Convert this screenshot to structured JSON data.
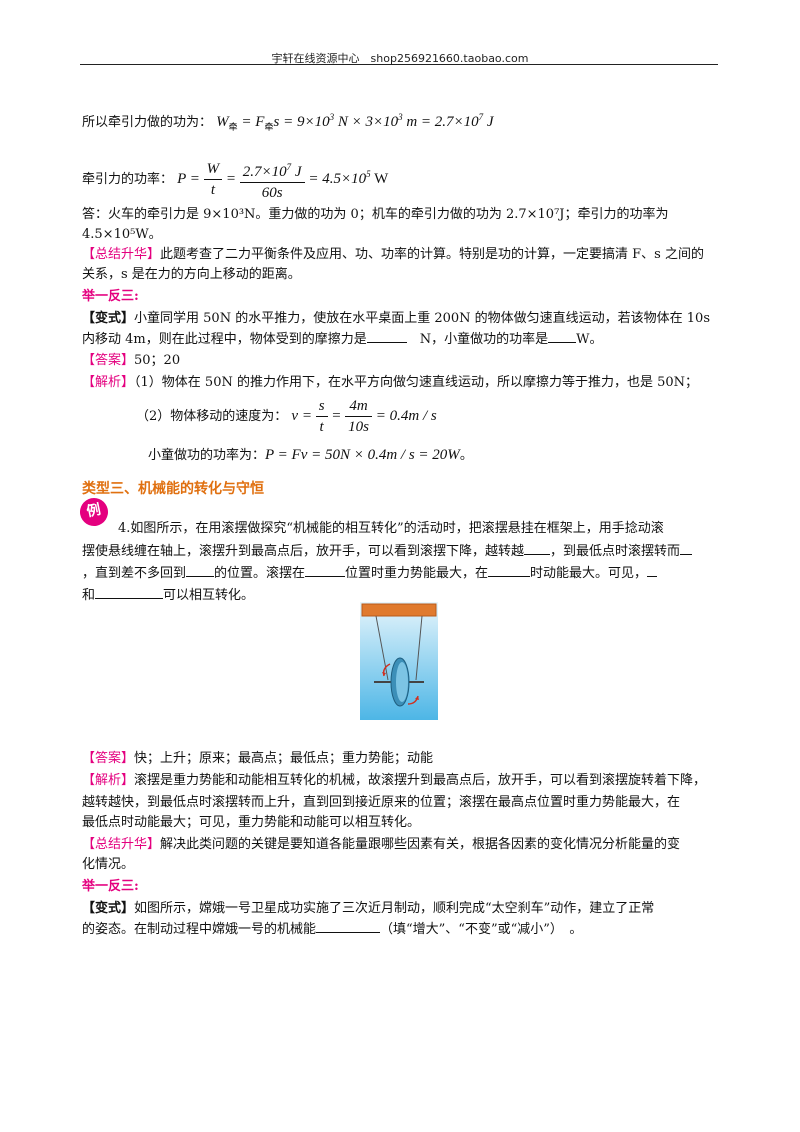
{
  "header": {
    "text": "宇轩在线资源中心　shop256921660.taobao.com"
  },
  "block1": {
    "work_intro": "所以牵引力做的功为：",
    "work_W": "W",
    "work_sub": "牵",
    "work_eq1": " = F",
    "work_sub2": "牵",
    "work_eq2": "s = 9×10",
    "work_e1": "3",
    "work_eq3": " N × 3×10",
    "work_e2": "3",
    "work_eq4": " m = 2.7×10",
    "work_e3": "7",
    "work_eq5": " J",
    "power_intro": "牵引力的功率：",
    "power_lhs": "P = ",
    "power_num": "W",
    "power_den": "t",
    "power_eq": " = ",
    "power_num2": "2.7×10",
    "power_num2_exp": "7",
    "power_num2_unit": " J",
    "power_den2": "60s",
    "power_result": " = 4.5×10",
    "power_result_exp": "5",
    "power_result_unit": " W",
    "answer_line1": "答：火车的牵引力是 9×10³N。重力做的功为 0；机车的牵引力做的功为 2.7×10⁷J；牵引力的功率为",
    "answer_line2": "4.5×10⁵W。",
    "summary_tag": "【总结升华】",
    "summary_line1": "此题考查了二力平衡条件及应用、功、功率的计算。特别是功的计算，一定要搞清 F、s 之间的",
    "summary_line2": "关系，s 是在力的方向上移动的距离。"
  },
  "practice1": {
    "title": "举一反三:",
    "q_tag": "【变式】",
    "q_line1": "小童同学用 50N 的水平推力，使放在水平桌面上重 200N 的物体做匀速直线运动，若该物体在 10s",
    "q_line2a": "内移动 4m，则在此过程中，物体受到的摩擦力是",
    "q_line2b": "　N，小童做功的功率是",
    "q_line2c": "W。",
    "ans_tag": "【答案】",
    "ans_text": "50；20",
    "exp_tag": "【解析】",
    "exp_line1": "（1）物体在 50N 的推力作用下，在水平方向做匀速直线运动，所以摩擦力等于推力，也是 50N；",
    "exp_line2_intro": "（2）物体移动的速度为：",
    "exp_line2_lhs": "v = ",
    "exp_line2_num": "s",
    "exp_line2_den": "t",
    "exp_line2_eq": " = ",
    "exp_line2_num2": "4m",
    "exp_line2_den2": "10s",
    "exp_line2_res": " = 0.4m / s",
    "exp_line3_intro": "小童做功的功率为：",
    "exp_line3_math": "P = Fv = 50N × 0.4m / s = 20W",
    "exp_line3_end": "。"
  },
  "section3": {
    "title": "类型三、机械能的转化与守恒",
    "badge": "例",
    "q_line1": "4.如图所示，在用滚摆做探究“机械能的相互转化”的活动时，把滚摆悬挂在框架上，用手捻动滚",
    "q_line2a": "摆使悬线缠在轴上，滚摆升到最高点后，放开手，可以看到滚摆下降，越转越",
    "q_line2b": "，到最低点时滚摆转而",
    "q_line3a": "，直到差不多回到",
    "q_line3b": "的位置。滚摆在",
    "q_line3c": "位置时重力势能最大，在",
    "q_line3d": "时动能最大。可见，",
    "q_line4a": "和",
    "q_line4b": "可以相互转化。",
    "ans_tag": "【答案】",
    "ans_text": "快；上升；原来；最高点；最低点；重力势能；动能",
    "exp_tag": "【解析】",
    "exp_line1": "滚摆是重力势能和动能相互转化的机械，故滚摆升到最高点后，放开手，可以看到滚摆旋转着下降，",
    "exp_line2": "越转越快，到最低点时滚摆转而上升，直到回到接近原来的位置；滚摆在最高点位置时重力势能最大，在",
    "exp_line3": "最低点时动能最大；可见，重力势能和动能可以相互转化。",
    "sum_tag": "【总结升华】",
    "sum_line1": "解决此类问题的关键是要知道各能量跟哪些因素有关，根据各因素的变化情况分析能量的变",
    "sum_line2": "化情况。"
  },
  "practice2": {
    "title": "举一反三:",
    "q_tag": "【变式】",
    "q_line1": "如图所示，嫦娥一号卫星成功实施了三次近月制动，顺利完成“太空刹车”动作，建立了正常",
    "q_line2a": "的姿态。在制动过程中嫦娥一号的机械能",
    "q_line2b": "（填“增大”、“不变”或“减小”）　。"
  },
  "colors": {
    "magenta": "#e4007f",
    "section": "#e07010"
  }
}
